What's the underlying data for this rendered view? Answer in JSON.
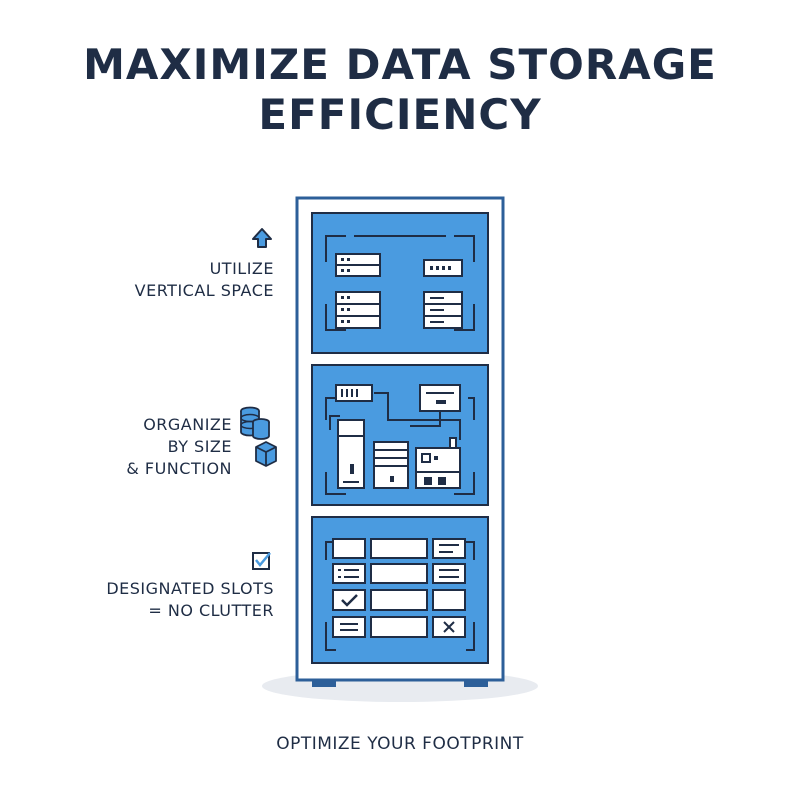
{
  "title": {
    "line1": "MAXIMIZE DATA STORAGE",
    "line2": "EFFICIENCY"
  },
  "labels": {
    "vertical": {
      "line1": "UTILIZE",
      "line2": "VERTICAL SPACE",
      "icon": "arrow-up-icon"
    },
    "organize": {
      "line1": "ORGANIZE",
      "line2": "BY SIZE",
      "line3": "& FUNCTION",
      "icon": "boxes-icon"
    },
    "slots": {
      "line1": "DESIGNATED SLOTS",
      "line2": "= NO CLUTTER",
      "icon": "checkbox-icon"
    }
  },
  "footer": "OPTIMIZE YOUR FOOTPRINT",
  "colors": {
    "navy": "#1f2d45",
    "blue": "#4a9be0",
    "frame": "#2d5f99",
    "shadow": "#e8ebf0"
  }
}
